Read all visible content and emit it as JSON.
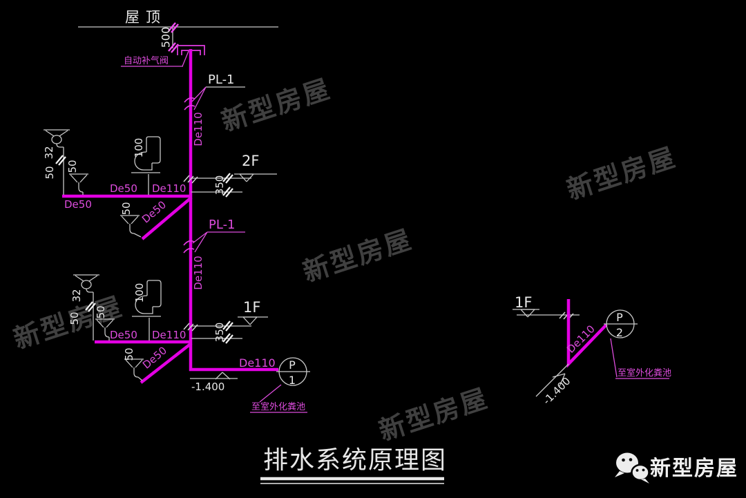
{
  "roof": {
    "label": "屋顶",
    "vent_height_dim": "500",
    "vent_valve_label": "自动补气阀"
  },
  "riser": {
    "tag_upper": "PL-1",
    "size_upper": "De110",
    "tag_lower": "PL-1",
    "size_lower": "De110"
  },
  "floor2": {
    "level_label": "2F",
    "offset_dim": "350",
    "basin_dim_upper": "32",
    "basin_dim_lower": "50",
    "floor_drain_dim": "50",
    "toilet_dim": "100",
    "branch_size_left": "De50",
    "branch_size_mid": "De50",
    "branch_size_main": "De110",
    "diag_size": "De50",
    "diag_drain_dim": "50"
  },
  "floor1": {
    "level_label": "1F",
    "offset_dim": "350",
    "basin_dim_upper": "32",
    "basin_dim_lower": "50",
    "floor_drain_dim": "50",
    "toilet_dim": "100",
    "branch_size_mid": "De50",
    "branch_size_main": "De110",
    "diag_size": "De50",
    "diag_drain_dim": "50"
  },
  "outlet_left": {
    "pipe_size": "De110",
    "elevation": "-1.400",
    "manhole_letter": "P",
    "manhole_number": "1",
    "note": "至室外化粪池"
  },
  "outlet_right": {
    "level_label": "1F",
    "pipe_size": "De110",
    "elevation": "-1.400",
    "manhole_letter": "P",
    "manhole_number": "2",
    "note": "至室外化粪池"
  },
  "title": {
    "text": "排水系统原理图"
  },
  "footer": {
    "brand": "新型房屋"
  },
  "watermark": {
    "text": "新型房屋"
  },
  "colors": {
    "background": "#000000",
    "pipe_magenta": "#e300e3",
    "annotation_magenta": "#dd4cdd",
    "line_white": "#c9c9c9",
    "text_white": "#e8e8e8",
    "watermark_gray": "#404040"
  }
}
